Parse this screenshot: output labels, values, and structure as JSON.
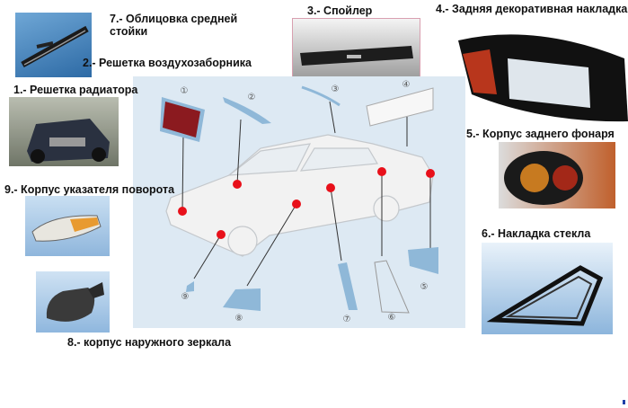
{
  "labels": {
    "l7": "7.- Облицовка средней",
    "l7b": "стойки",
    "l2": "2.- Решетка воздухозаборника",
    "l1": "1.- Решетка радиатора",
    "l9": "9.- Корпус указателя поворота",
    "l8": "8.- корпус наружного зеркала",
    "l3": "3.- Спойлер",
    "l4": "4.- Задняя декоративная накладка",
    "l5": "5.- Корпус заднего фонаря",
    "l6": "6.- Накладка стекла"
  },
  "diagram_numbers": [
    "①",
    "②",
    "③",
    "④",
    "⑤",
    "⑥",
    "⑦",
    "⑧",
    "⑨"
  ],
  "colors": {
    "diagram_bg": "#dde9f3",
    "marker": "#e8101a",
    "part": "#8fb8d8"
  }
}
